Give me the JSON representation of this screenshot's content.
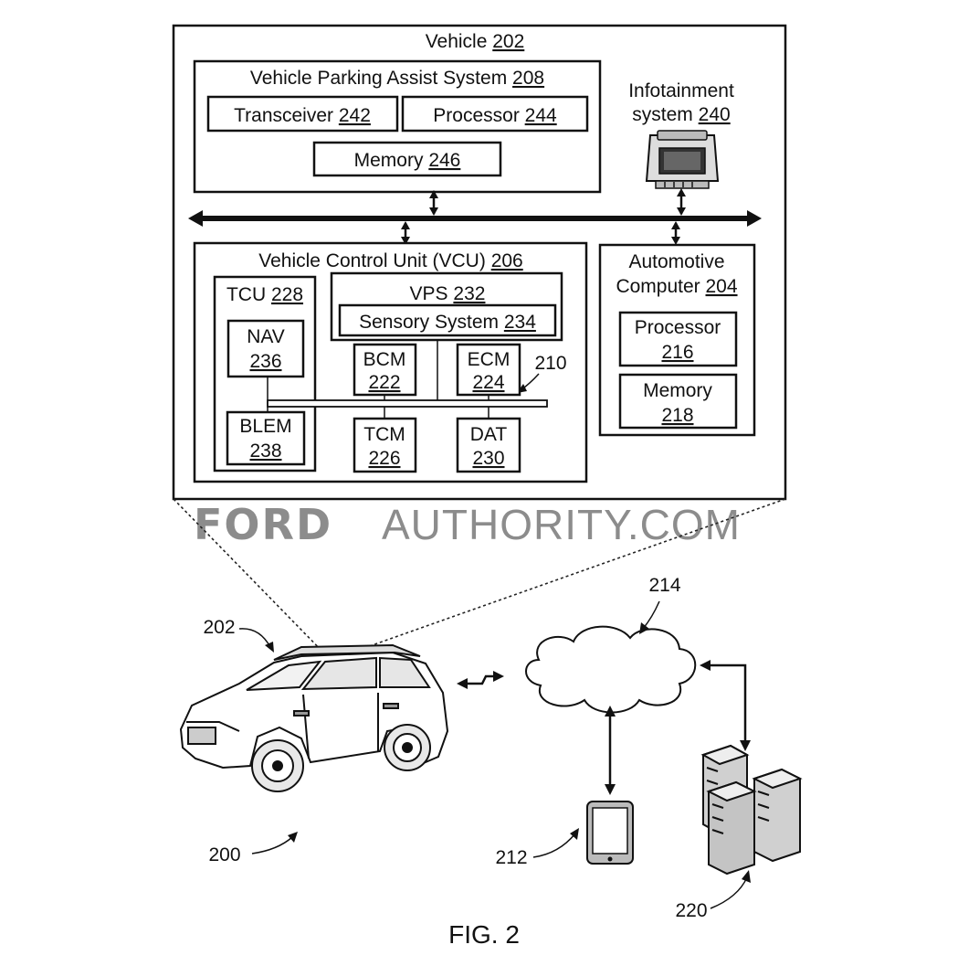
{
  "vehicle": {
    "name": "Vehicle",
    "ref": "202"
  },
  "parking_assist": {
    "name": "Vehicle Parking Assist System",
    "ref": "208"
  },
  "transceiver": {
    "name": "Transceiver",
    "ref": "242"
  },
  "processor_244": {
    "name": "Processor",
    "ref": "244"
  },
  "memory_246": {
    "name": "Memory",
    "ref": "246"
  },
  "infotainment": {
    "line1": "Infotainment",
    "line2": "system",
    "ref": "240"
  },
  "vcu": {
    "name": "Vehicle Control Unit (VCU)",
    "ref": "206"
  },
  "tcu": {
    "name": "TCU",
    "ref": "228"
  },
  "nav": {
    "name": "NAV",
    "ref": "236"
  },
  "blem": {
    "name": "BLEM",
    "ref": "238"
  },
  "vps": {
    "name": "VPS",
    "ref": "232"
  },
  "sensory": {
    "name": "Sensory System",
    "ref": "234"
  },
  "bcm": {
    "name": "BCM",
    "ref": "222"
  },
  "ecm": {
    "name": "ECM",
    "ref": "224"
  },
  "tcm": {
    "name": "TCM",
    "ref": "226"
  },
  "dat": {
    "name": "DAT",
    "ref": "230"
  },
  "bus_ref": "210",
  "automotive_computer": {
    "line1": "Automotive",
    "line2": "Computer",
    "ref": "204"
  },
  "processor_216": {
    "name": "Processor",
    "ref": "216"
  },
  "memory_218": {
    "name": "Memory",
    "ref": "218"
  },
  "watermark": {
    "brand": "FORD",
    "rest": "AUTHORITY.COM"
  },
  "refs": {
    "vehicle": "202",
    "network": "214",
    "mobile": "212",
    "servers": "220",
    "system": "200"
  },
  "figure_label": "FIG. 2"
}
